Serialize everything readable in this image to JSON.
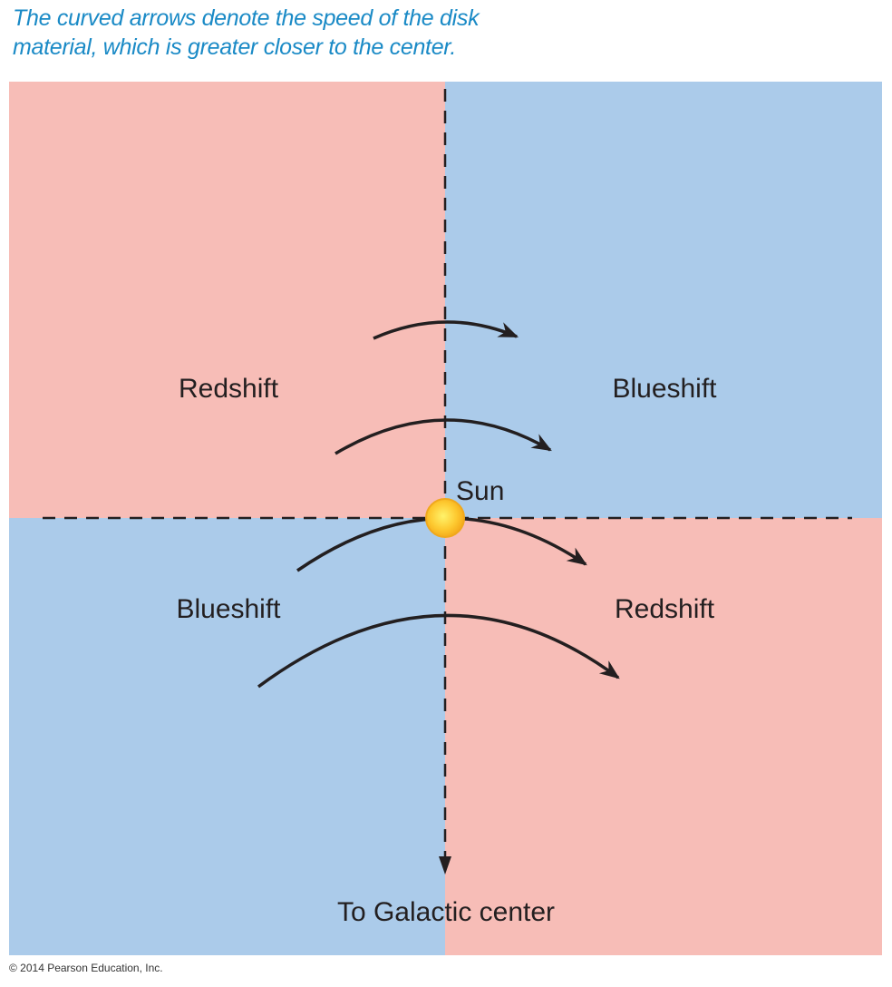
{
  "caption": {
    "line1": "The curved arrows denote the speed of the disk",
    "line2": "material, which is greater closer to the center."
  },
  "quadrants": {
    "top_left": "Redshift",
    "top_right": "Blueshift",
    "bottom_left": "Blueshift",
    "bottom_right": "Redshift"
  },
  "sun_label": "Sun",
  "direction_label": "To Galactic center",
  "copyright": "© 2014 Pearson Education, Inc.",
  "colors": {
    "redshift": "#f7bdb7",
    "blueshift": "#abcbea",
    "caption": "#1a8ac6",
    "sun": "#fdc82f"
  }
}
